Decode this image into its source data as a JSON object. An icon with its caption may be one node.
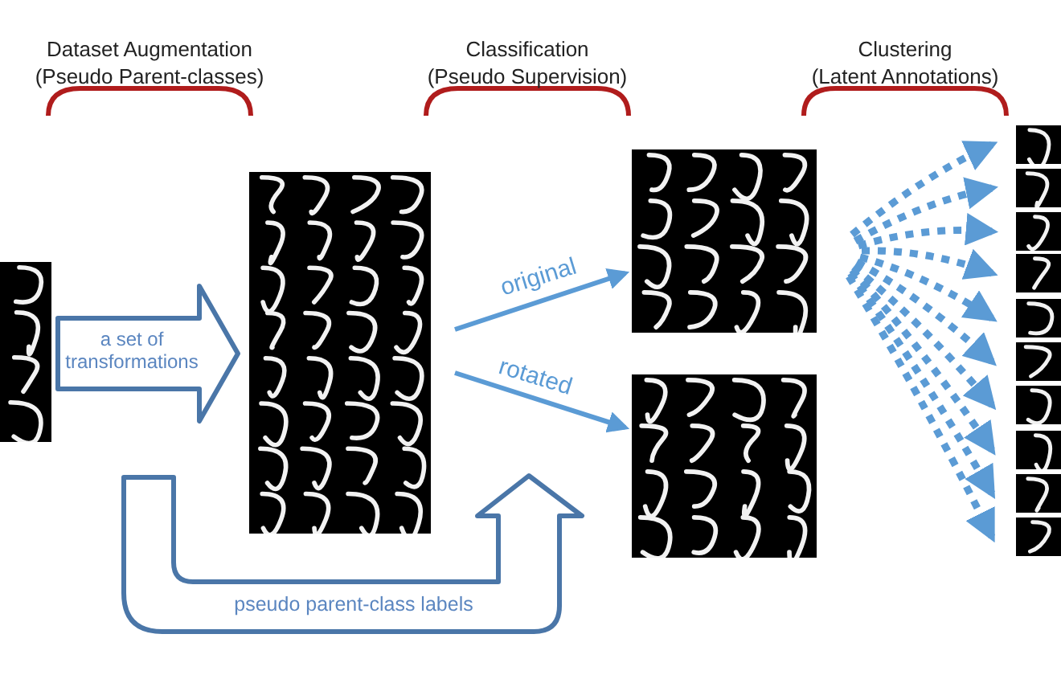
{
  "diagram": {
    "nodes": [
      {
        "text": [],
        "shape": "picture"
      },
      {
        "text": [],
        "shape": "picture"
      },
      {
        "text": [],
        "shape": "picture"
      },
      {
        "text": [],
        "shape": "picture"
      },
      {
        "text": [],
        "shape": "picture"
      },
      {
        "text": [],
        "shape": "picture"
      },
      {
        "text": [],
        "shape": "picture"
      },
      {
        "text": [],
        "shape": "picture"
      },
      {
        "text": [],
        "shape": "picture"
      },
      {
        "text": [],
        "shape": "picture"
      },
      {
        "text": [],
        "shape": "picture"
      },
      {
        "text": [],
        "shape": "picture"
      },
      {
        "text": [],
        "shape": "picture"
      },
      {
        "text": [],
        "shape": "picture"
      }
    ],
    "edges": [
      {
        "from": 0,
        "to": 1,
        "arrow": "to",
        "label": "a set of transformations",
        "style": "thick",
        "color": "#4a76a8"
      },
      {
        "from": 1,
        "to": 2,
        "arrow": "to",
        "label": "original"
      },
      {
        "from": 1,
        "to": 3,
        "arrow": "to",
        "label": "rotated"
      },
      {
        "from": 1,
        "to": 3,
        "arrow": "to",
        "label": "pseudo parent-class labels",
        "style": "thick",
        "color": "#4a76a8"
      },
      {
        "from": null,
        "to": 4,
        "arrow": "to",
        "style": "dashed"
      },
      {
        "from": null,
        "to": 5,
        "arrow": "to",
        "style": "dashed"
      },
      {
        "from": null,
        "to": 6,
        "arrow": "to",
        "style": "dashed"
      },
      {
        "from": null,
        "to": 7,
        "arrow": "to",
        "style": "dashed"
      },
      {
        "from": null,
        "to": 8,
        "arrow": "to",
        "style": "dashed"
      },
      {
        "from": null,
        "to": 9,
        "arrow": "to",
        "style": "dashed"
      },
      {
        "from": null,
        "to": 10,
        "arrow": "to",
        "style": "dashed"
      },
      {
        "from": null,
        "to": 11,
        "arrow": "to",
        "style": "dashed"
      },
      {
        "from": null,
        "to": 12,
        "arrow": "to",
        "style": "dashed"
      },
      {
        "from": null,
        "to": 13,
        "arrow": "to",
        "style": "dashed"
      }
    ],
    "labels": [
      "Dataset Augmentation",
      "(Pseudo Parent-classes)",
      "Classification",
      "(Pseudo Supervision)",
      "Clustering",
      "(Latent Annotations)"
    ]
  }
}
